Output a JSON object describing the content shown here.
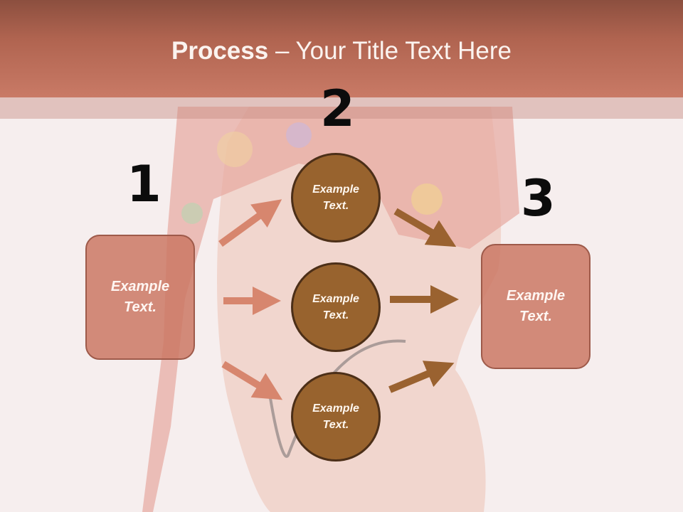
{
  "title": {
    "bold": "Process",
    "rest": " – Your Title Text Here"
  },
  "steps": {
    "one": "1",
    "two": "2",
    "three": "3"
  },
  "left_box": "Example\nText.",
  "right_box": "Example\nText.",
  "circles": [
    "Example\nText.",
    "Example\nText.",
    "Example\nText."
  ],
  "colors": {
    "title_bar": "#b06450",
    "box": "#cb7864",
    "circle": "#98632e",
    "arrow_left": "#d7866e",
    "arrow_right": "#9a6230"
  }
}
